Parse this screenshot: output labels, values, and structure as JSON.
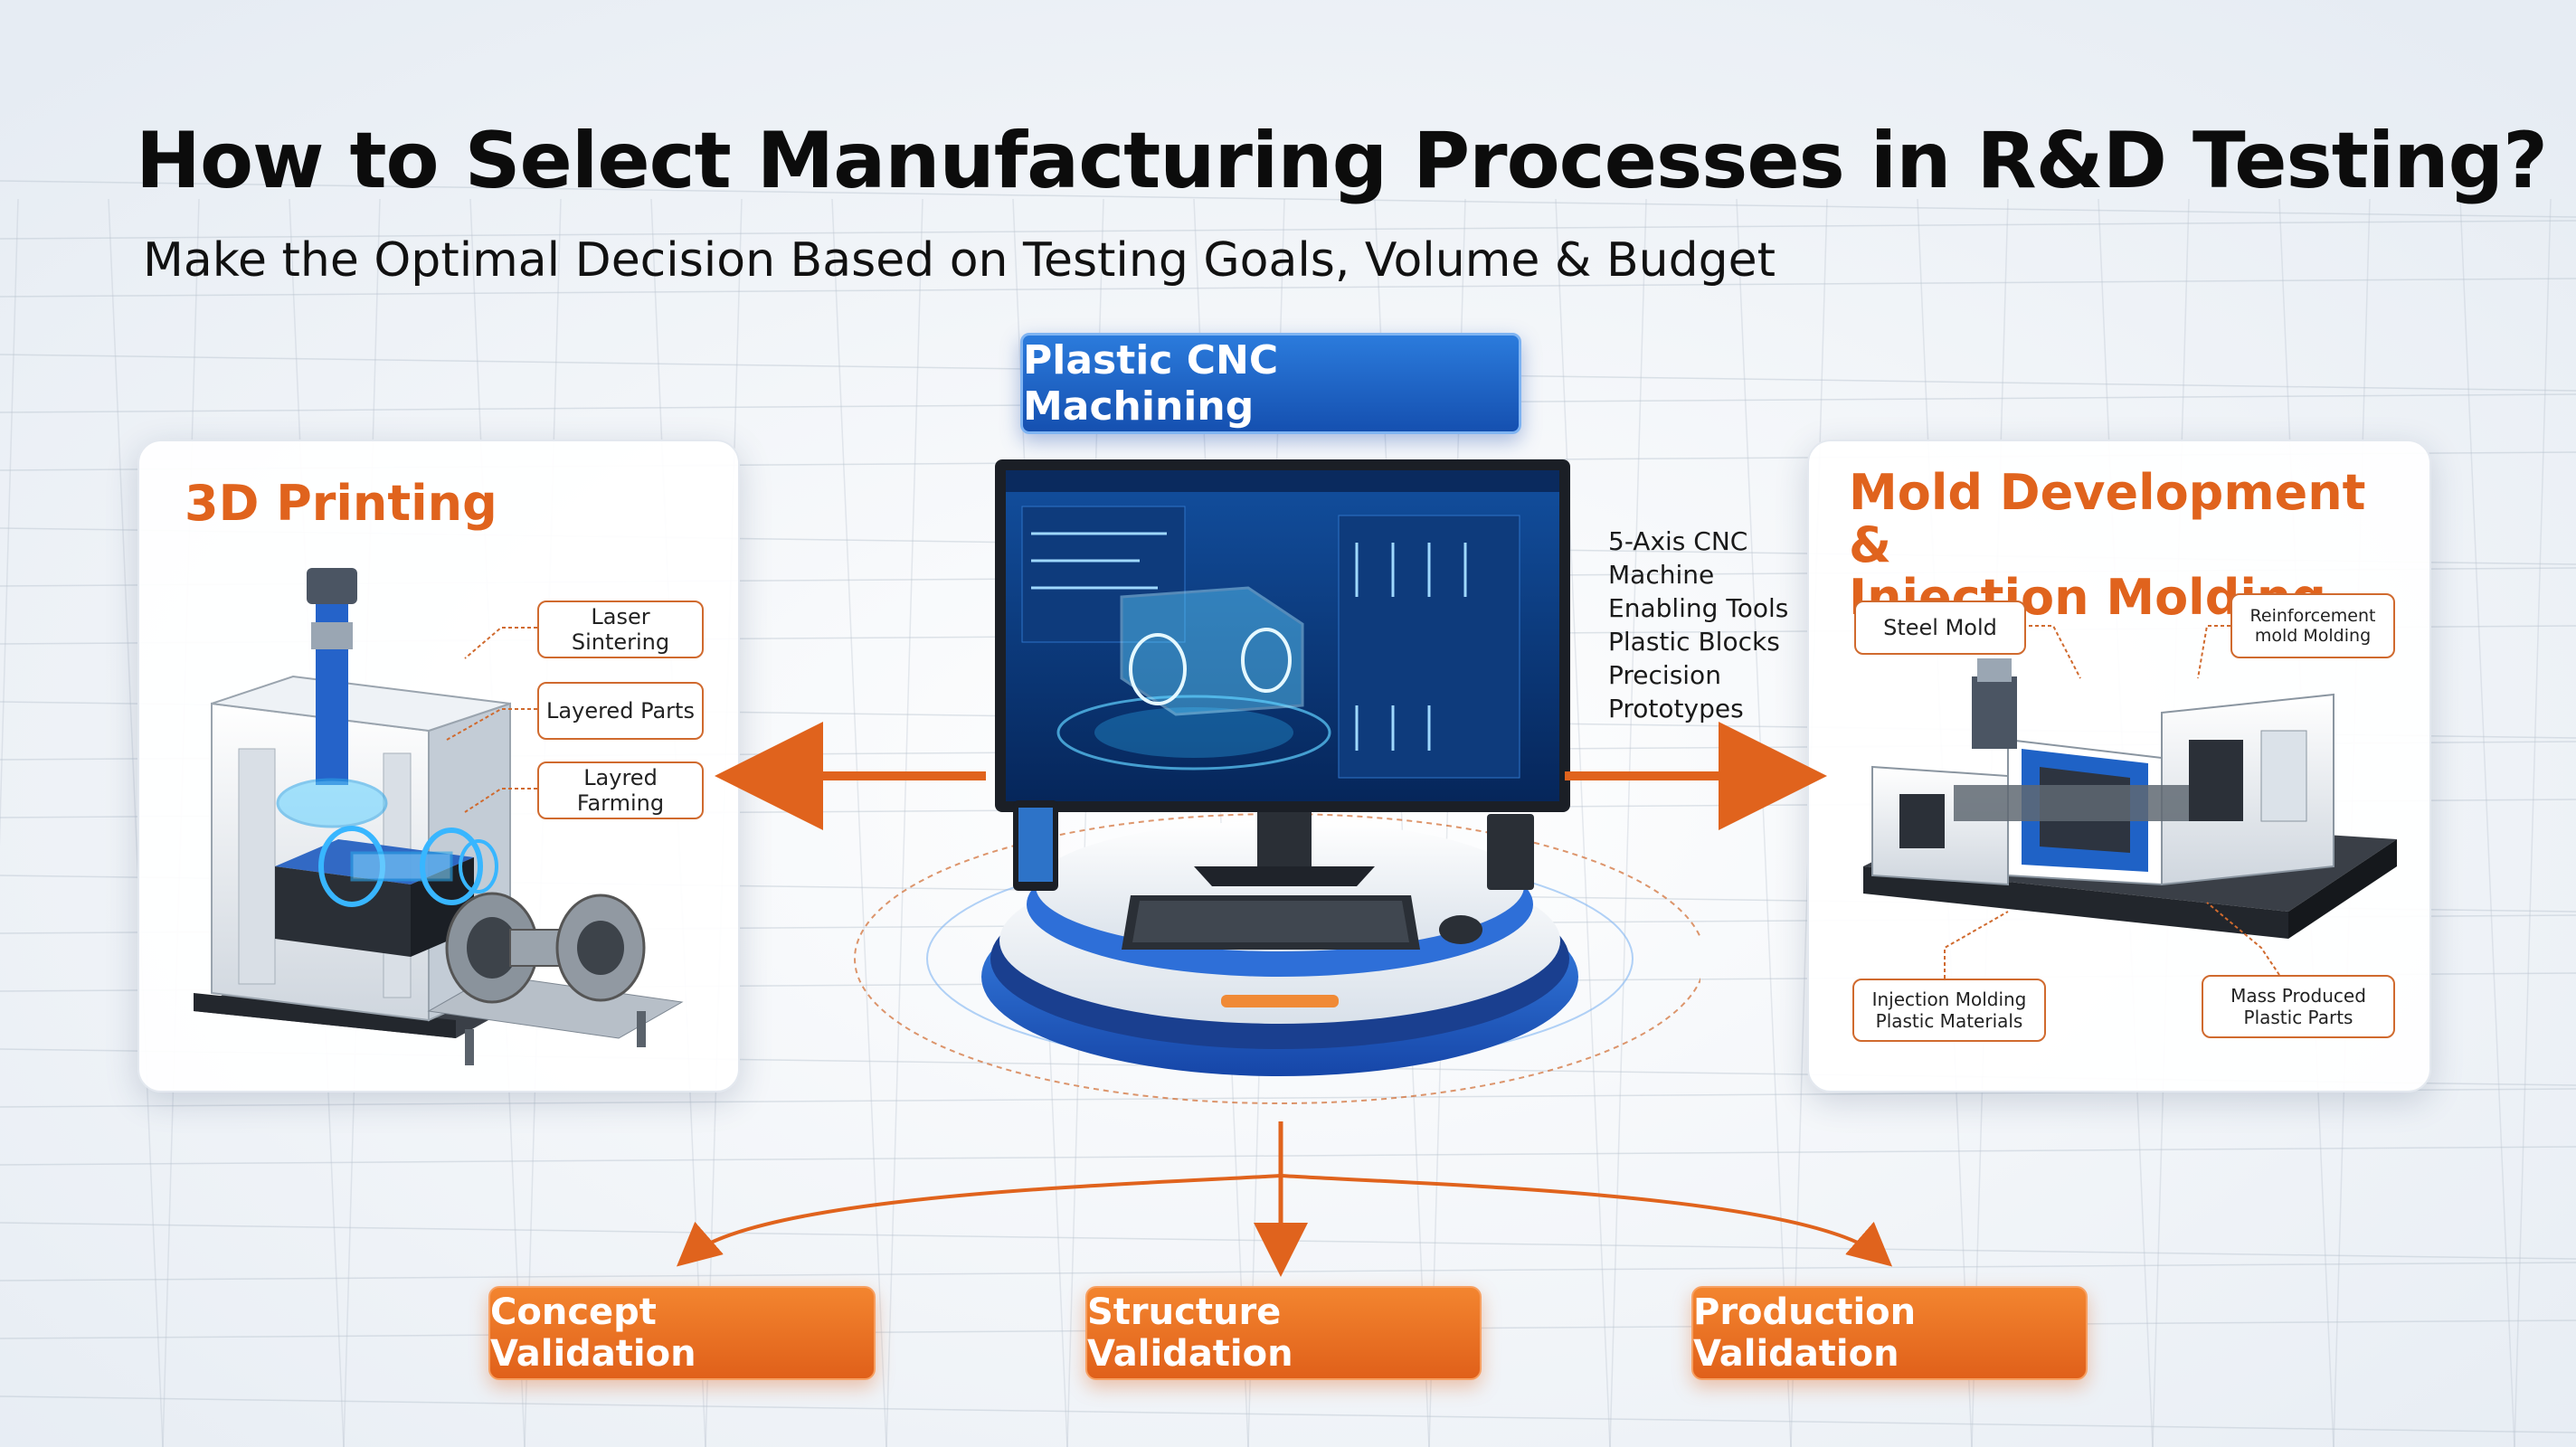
{
  "header": {
    "title": "How to Select Manufacturing Processes in R&D Testing?",
    "subtitle": "Make the Optimal Decision Based on Testing Goals, Volume & Budget"
  },
  "center": {
    "badge": "Plastic CNC Machining",
    "features": [
      "5-Axis CNC",
      "Machine",
      "Enabling Tools",
      "Plastic Blocks",
      "Precision",
      "Prototypes"
    ]
  },
  "left_panel": {
    "title": "3D Printing",
    "callouts": [
      "Laser Sintering",
      "Layered Parts",
      "Layred Farming"
    ]
  },
  "right_panel": {
    "title_line1": "Mold Development &",
    "title_line2": "Injection Molding",
    "callouts": {
      "steel_mold": "Steel Mold",
      "reinforcement_line1": "Reinforcement",
      "reinforcement_line2": "mold Molding",
      "injection_line1": "Injection Molding",
      "injection_line2": "Plastic Materials",
      "mass_line1": "Mass Produced",
      "mass_line2": "Plastic Parts"
    }
  },
  "stages": [
    "Concept Validation",
    "Structure Validation",
    "Production Validation"
  ],
  "colors": {
    "accent_orange": "#e0631d",
    "accent_blue": "#1f62c6",
    "screen_blue": "#0d3f86",
    "hologram": "#5fd0ff"
  },
  "icons": [
    "sls-printer-icon",
    "printed-part-icon",
    "cnc-monitor-icon",
    "hologram-part-icon",
    "injection-molding-machine-icon",
    "keyboard-icon",
    "mouse-icon",
    "phone-icon"
  ]
}
